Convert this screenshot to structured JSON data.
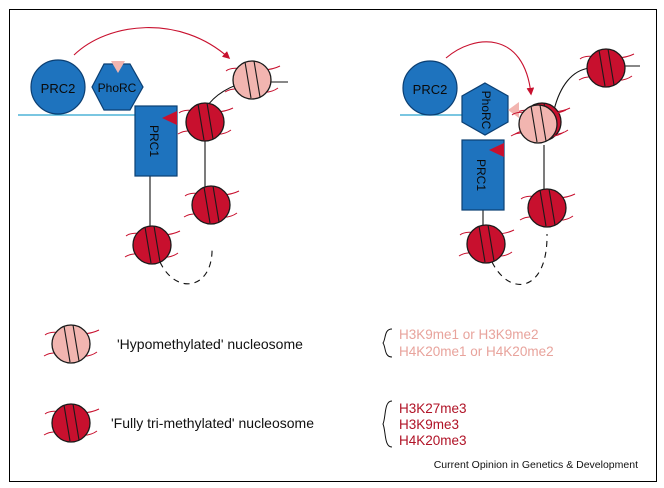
{
  "labels": {
    "prc2": "PRC2",
    "phorc": "PhoRC",
    "prc1": "PRC1"
  },
  "legend": {
    "hypo_label": "'Hypomethylated' nucleosome",
    "hypo_marks": [
      "H3K9me1 or H3K9me2",
      "H4K20me1 or H4K20me2"
    ],
    "full_label": "'Fully tri-methylated' nucleosome",
    "full_marks": [
      "H3K27me3",
      "H3K9me3",
      "H4K20me3"
    ]
  },
  "source": "Current Opinion in Genetics & Development",
  "colors": {
    "protein_blue": "#1e73be",
    "protein_stroke": "#0b3f73",
    "dna_line": "#2aa5cf",
    "full_red": "#c8102e",
    "hypo_pink": "#f2b5b0",
    "hypo_text": "#e8a39c",
    "full_text": "#b01226",
    "arrow_red": "#c8102e",
    "border": "#000000"
  },
  "icons": {
    "full_nucleosome": "red-nucleosome-icon",
    "hypo_nucleosome": "pink-nucleosome-icon",
    "active_site": "red-triangle-icon",
    "binding_site": "pink-triangle-icon"
  }
}
